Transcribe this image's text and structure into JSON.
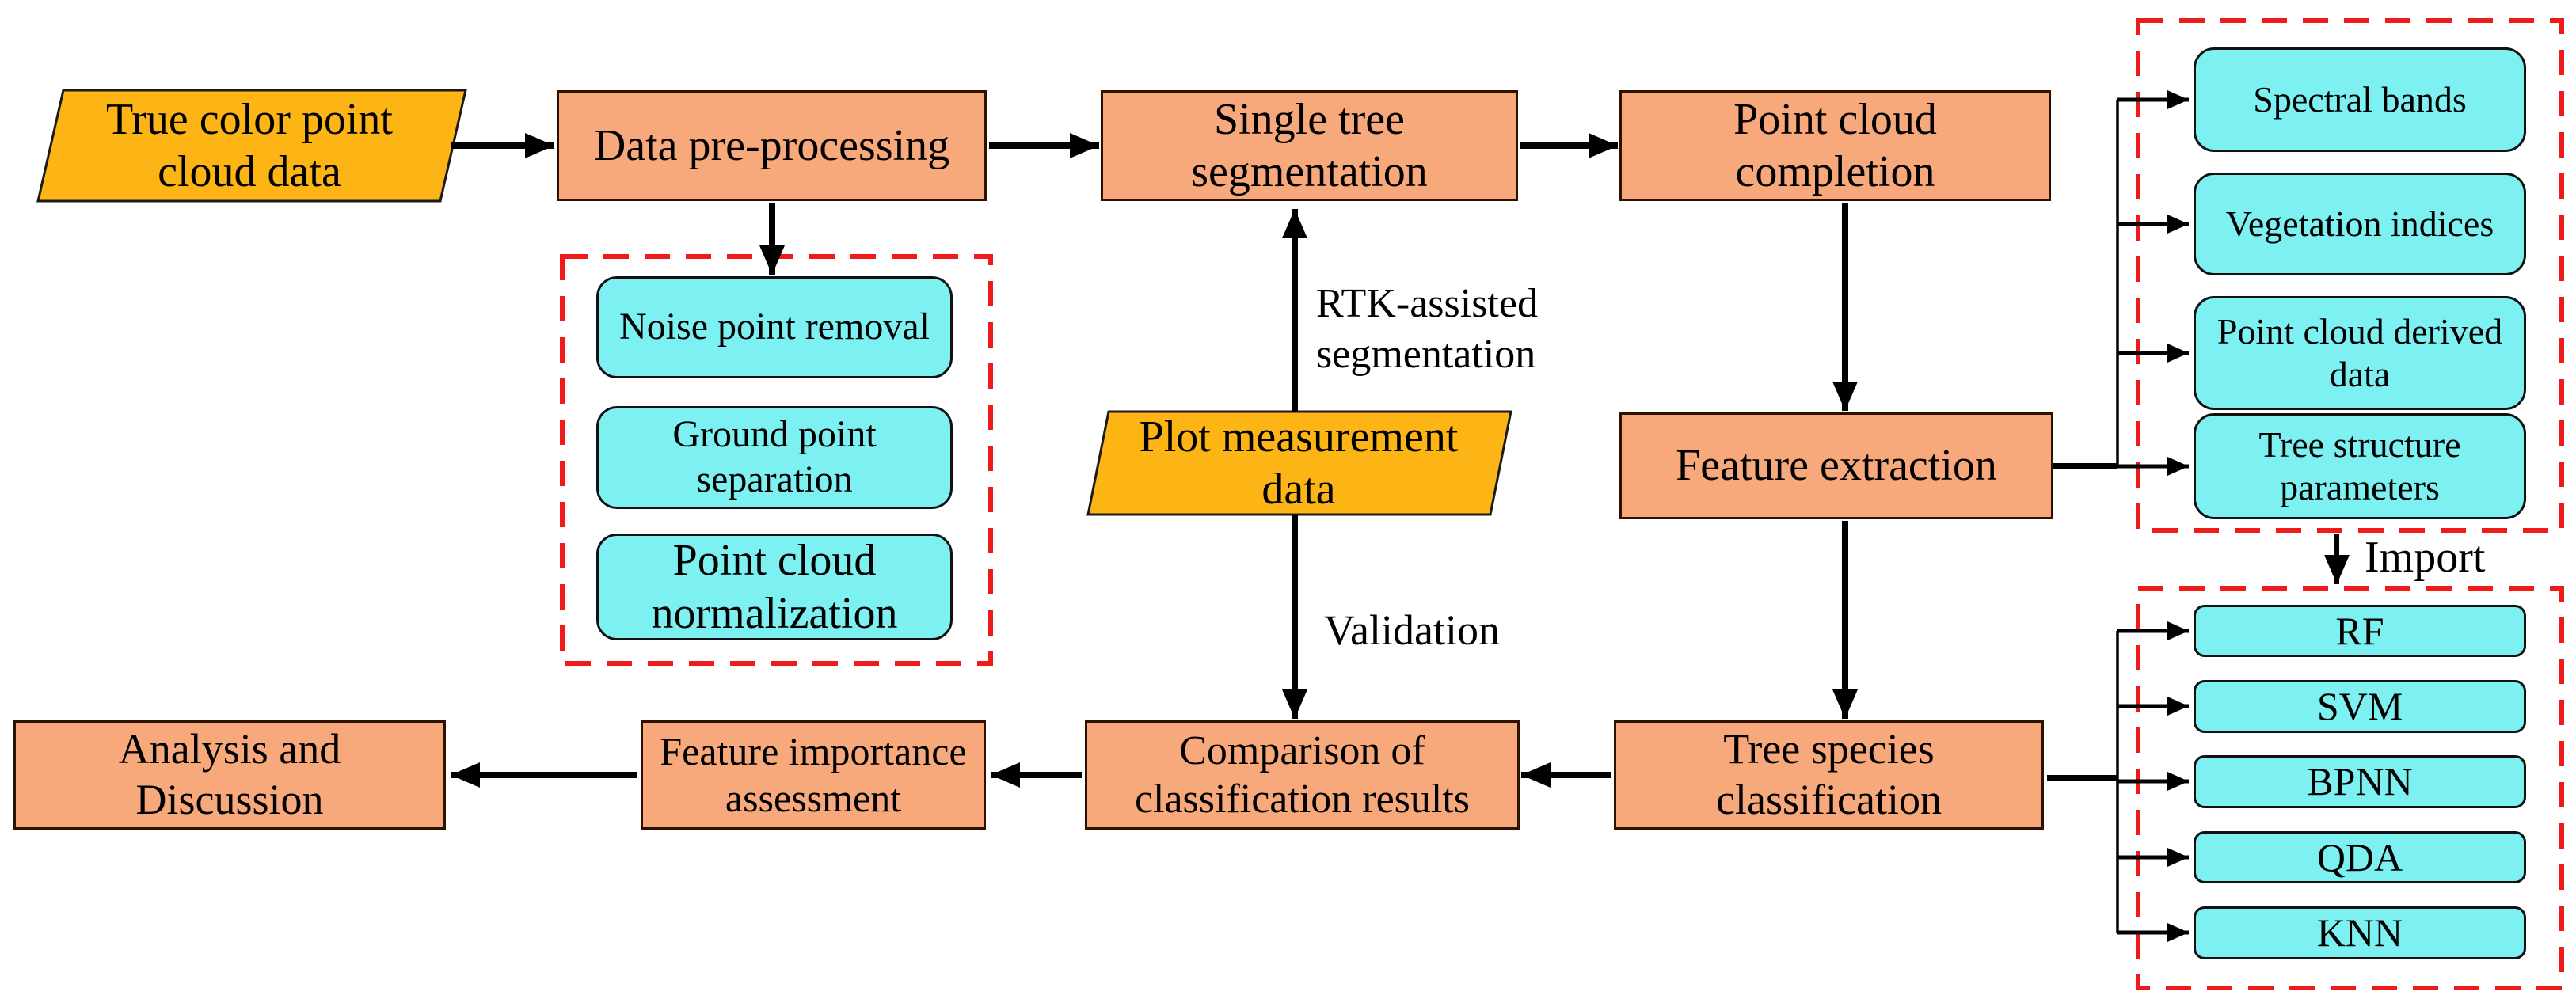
{
  "figure": {
    "type": "flowchart",
    "description": "Workflow for tree species classification from true color point cloud data"
  },
  "colors": {
    "process_fill": "#f7a97c",
    "process_border": "#2e1200",
    "io_fill": "#fcb514",
    "io_border": "#1a1a1a",
    "step_fill": "#7df1f1",
    "step_border": "#111111",
    "dashed_border": "#f01a1a",
    "arrow": "#000000",
    "text": "#000000",
    "background": "#ffffff"
  },
  "nodes": {
    "true_color_point_cloud": {
      "label": "True color point\ncloud data",
      "shape": "parallelogram"
    },
    "data_preprocessing": {
      "label": "Data pre-processing",
      "shape": "rect"
    },
    "single_tree_segmentation": {
      "label": "Single tree\nsegmentation",
      "shape": "rect"
    },
    "point_cloud_completion": {
      "label": "Point cloud\ncompletion",
      "shape": "rect"
    },
    "plot_measurement_data": {
      "label": "Plot measurement\ndata",
      "shape": "parallelogram"
    },
    "feature_extraction": {
      "label": "Feature extraction",
      "shape": "rect"
    },
    "tree_species_classification": {
      "label": "Tree species\nclassification",
      "shape": "rect"
    },
    "comparison_of_results": {
      "label": "Comparison of\nclassification results",
      "shape": "rect"
    },
    "feature_importance": {
      "label": "Feature importance\nassessment",
      "shape": "rect"
    },
    "analysis_discussion": {
      "label": "Analysis and\nDiscussion",
      "shape": "rect"
    }
  },
  "preprocessing_steps": [
    {
      "label": "Noise point removal"
    },
    {
      "label": "Ground point\nseparation"
    },
    {
      "label": "Point cloud\nnormalization"
    }
  ],
  "features": [
    {
      "label": "Spectral bands"
    },
    {
      "label": "Vegetation indices"
    },
    {
      "label": "Point cloud derived\ndata"
    },
    {
      "label": "Tree structure\nparameters"
    }
  ],
  "classifiers": [
    {
      "label": "RF"
    },
    {
      "label": "SVM"
    },
    {
      "label": "BPNN"
    },
    {
      "label": "QDA"
    },
    {
      "label": "KNN"
    }
  ],
  "edge_labels": {
    "rtk": "RTK-assisted\nsegmentation",
    "validation": "Validation",
    "import": "Import"
  },
  "edges": [
    {
      "from": "true_color_point_cloud",
      "to": "data_preprocessing"
    },
    {
      "from": "data_preprocessing",
      "to": "single_tree_segmentation"
    },
    {
      "from": "data_preprocessing",
      "to": "preprocessing_steps"
    },
    {
      "from": "single_tree_segmentation",
      "to": "point_cloud_completion"
    },
    {
      "from": "plot_measurement_data",
      "to": "single_tree_segmentation",
      "label": "RTK-assisted segmentation"
    },
    {
      "from": "plot_measurement_data",
      "to": "comparison_of_results",
      "label": "Validation"
    },
    {
      "from": "point_cloud_completion",
      "to": "feature_extraction"
    },
    {
      "from": "feature_extraction",
      "to": "features"
    },
    {
      "from": "features",
      "to": "classifiers",
      "label": "Import"
    },
    {
      "from": "feature_extraction",
      "to": "tree_species_classification"
    },
    {
      "from": "tree_species_classification",
      "to": "classifiers"
    },
    {
      "from": "tree_species_classification",
      "to": "comparison_of_results"
    },
    {
      "from": "comparison_of_results",
      "to": "feature_importance"
    },
    {
      "from": "feature_importance",
      "to": "analysis_discussion"
    }
  ]
}
